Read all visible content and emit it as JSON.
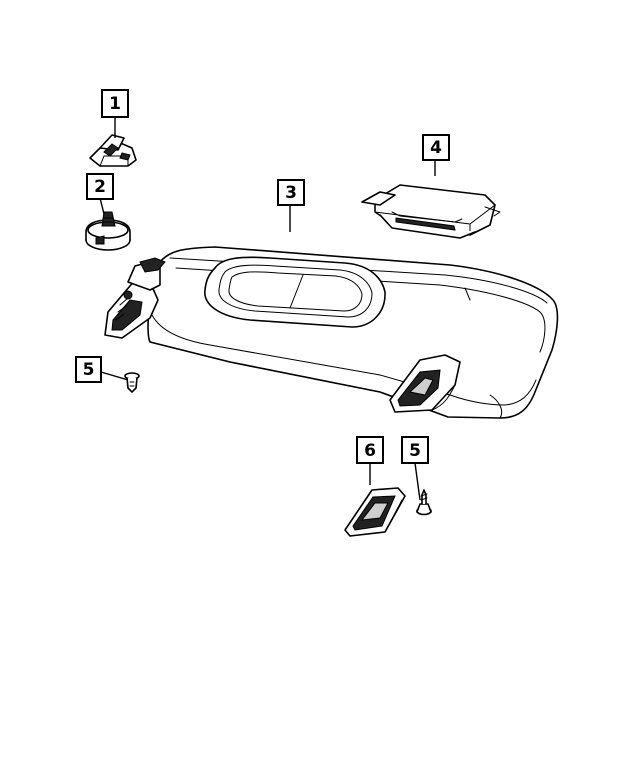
{
  "callouts": [
    {
      "id": "c1",
      "label": "1"
    },
    {
      "id": "c2",
      "label": "2"
    },
    {
      "id": "c3",
      "label": "3"
    },
    {
      "id": "c4",
      "label": "4"
    },
    {
      "id": "c5a",
      "label": "5"
    },
    {
      "id": "c6",
      "label": "6"
    },
    {
      "id": "c5b",
      "label": "5"
    }
  ],
  "colors": {
    "line": "#000000",
    "background": "#ffffff",
    "fill_dark": "#222222"
  }
}
